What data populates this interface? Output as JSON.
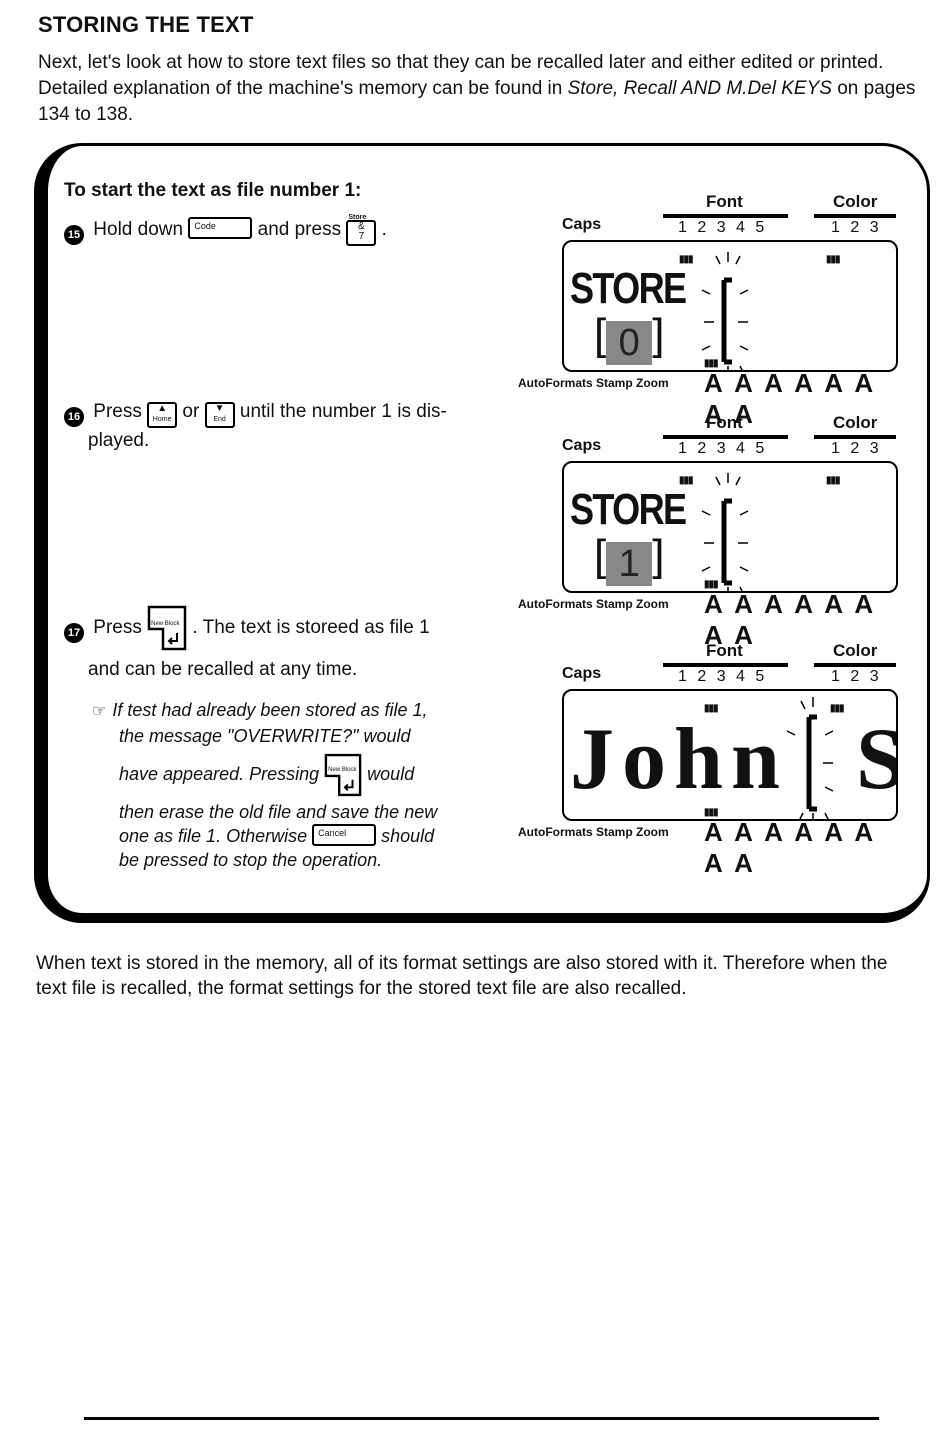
{
  "section_title": "STORING THE TEXT",
  "intro": {
    "part1": "Next, let's look at how to store text files so that they can be recalled later and either edited or printed.  Detailed explanation of the machine's memory can be found in ",
    "ref": "Store, Recall AND M.Del KEYS",
    "part2": " on pages 134 to 138."
  },
  "subhead": "To start the text as file number 1:",
  "steps": [
    {
      "num": "15",
      "pre": "Hold down",
      "key1": "Code",
      "mid": "and press",
      "key2_top": "Store",
      "key2": "&",
      "key2b": "7",
      "post": "."
    },
    {
      "num": "16",
      "pre": "Press",
      "key1": "Home",
      "mid": "or",
      "key2": "End",
      "post": "until the number 1 is dis-",
      "line2": "played."
    },
    {
      "num": "17",
      "pre": "Press",
      "key1": "New Block",
      "post": ". The text is storeed as file 1",
      "line2": "and can be recalled at any time."
    }
  ],
  "note": {
    "line1": "If test had already been stored as file 1,",
    "line2": "the message \"OVERWRITE?\" would",
    "line3a": "have appeared. Pressing",
    "line3key": "New Block",
    "line3b": "would",
    "line4": "then erase the old file and save the new",
    "line5a": "one as file 1. Otherwise",
    "line5key": "Cancel",
    "line5b": "should",
    "line6": "be pressed to stop the operation."
  },
  "lcd": {
    "font_label": "Font",
    "color_label": "Color",
    "caps_label": "Caps",
    "font_nums": "1 2 3 4 5",
    "color_nums": "1 2 3",
    "footer": "AutoFormats Stamp Zoom",
    "glyphs": "A A A A A A A A",
    "store_text": "STORE",
    "file0": "0",
    "file1": "1",
    "john_text": "John",
    "s_text": "S"
  },
  "outro": "When text is stored in the memory, all of its format settings are also stored with it.  Therefore when the text file is recalled, the format settings for the stored text file are also recalled."
}
